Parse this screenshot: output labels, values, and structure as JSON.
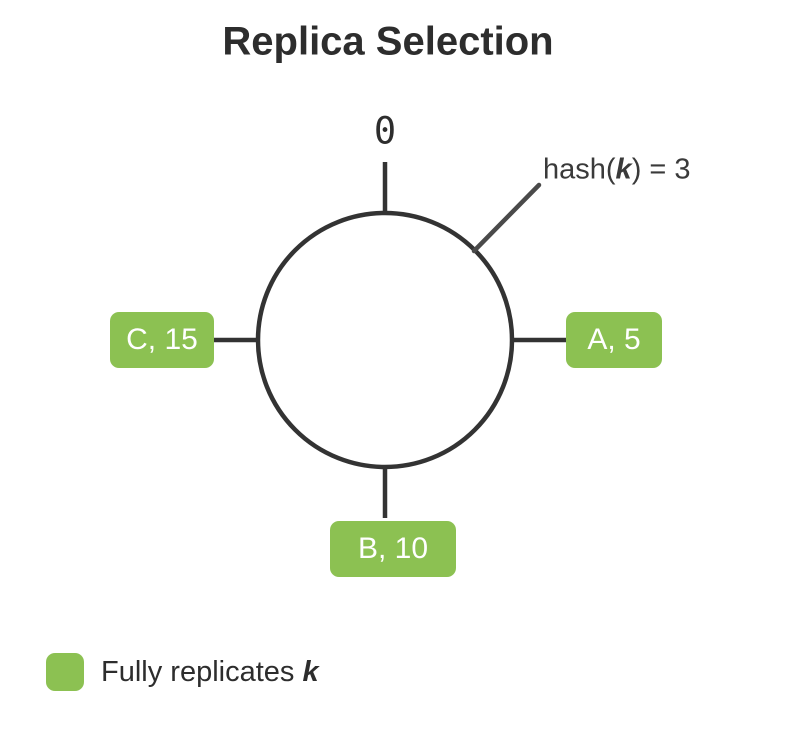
{
  "title": "Replica Selection",
  "ring": {
    "zero_label": "0",
    "hash_annotation": {
      "prefix": "hash(",
      "key": "k",
      "suffix": ") = 3"
    }
  },
  "nodes": [
    {
      "label": "A, 5",
      "position": "right"
    },
    {
      "label": "B, 10",
      "position": "bottom"
    },
    {
      "label": "C, 15",
      "position": "left"
    }
  ],
  "legend": {
    "prefix": "Fully replicates ",
    "key": "k"
  },
  "colors": {
    "node_fill": "#8cc152",
    "node_text": "#ffffff",
    "line": "#333333",
    "text": "#2d2d2d"
  }
}
